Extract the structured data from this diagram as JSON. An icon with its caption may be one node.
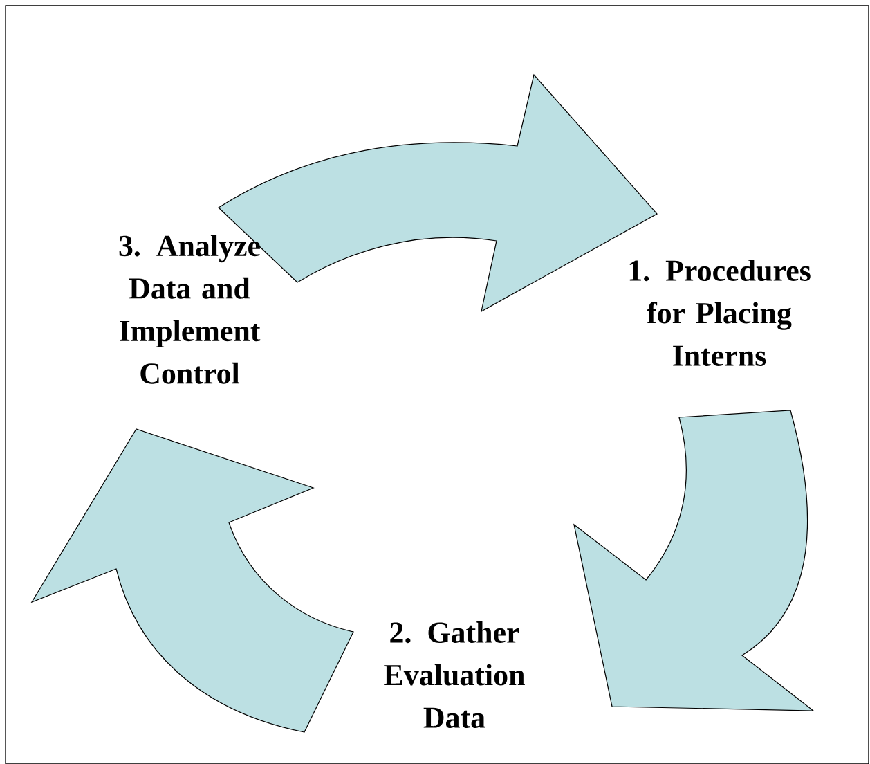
{
  "diagram": {
    "nodes": [
      {
        "text": [
          "1. Procedures for Placing Interns"
        ]
      },
      {
        "text": [
          "2. Gather Evaluation Data"
        ]
      },
      {
        "text": [
          "3. Analyze Data and Implement Control"
        ]
      }
    ],
    "edges": [
      {
        "from": 2,
        "to": 0,
        "arrow": "to"
      },
      {
        "from": 0,
        "to": 1,
        "arrow": "to"
      },
      {
        "from": 1,
        "to": 2,
        "arrow": "to"
      }
    ]
  }
}
